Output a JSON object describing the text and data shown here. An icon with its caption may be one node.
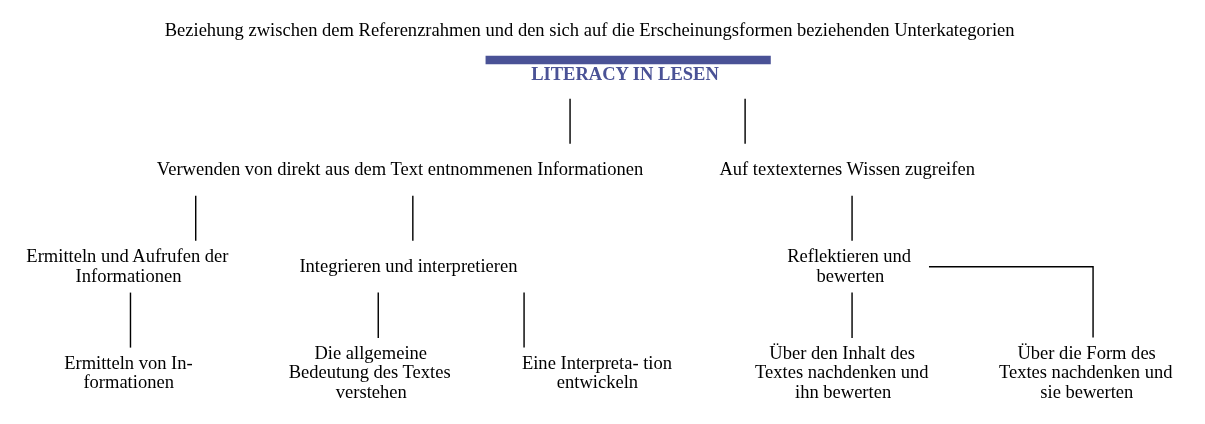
{
  "diagram": {
    "title": "Beziehung zwischen dem Referenzrahmen und den sich auf die Erscheinungsformen beziehenden Unterkategorien",
    "nodes": [
      {
        "text": [
          "LITERACY IN LESEN"
        ]
      },
      {
        "text": [
          "Verwenden von direkt aus dem Text entnommenen Informationen"
        ]
      },
      {
        "text": [
          "Auf textexternes Wissen zugreifen"
        ]
      },
      {
        "text": [
          "Ermitteln und Aufrufen der Informationen"
        ]
      },
      {
        "text": [
          "Integrieren und interpretieren"
        ]
      },
      {
        "text": [
          "Reflektieren und bewerten"
        ]
      },
      {
        "text": [
          "Ermitteln von In- formationen"
        ]
      },
      {
        "text": [
          "Die allgemeine Bedeutung des Textes verstehen"
        ]
      },
      {
        "text": [
          "Eine Interpreta- tion entwickeln"
        ]
      },
      {
        "text": [
          "Über den Inhalt des Textes nachdenken und ihn bewerten"
        ]
      },
      {
        "text": [
          "Über die Form des Textes nachdenken und sie bewerten"
        ]
      }
    ],
    "edges": [
      {
        "from": 0,
        "to": 1,
        "arrow": "none"
      },
      {
        "from": 0,
        "to": 2,
        "arrow": "none"
      },
      {
        "from": 1,
        "to": 3,
        "arrow": "none"
      },
      {
        "from": 1,
        "to": 4,
        "arrow": "none"
      },
      {
        "from": 2,
        "to": 5,
        "arrow": "none"
      },
      {
        "from": 3,
        "to": 6,
        "arrow": "none"
      },
      {
        "from": 4,
        "to": 7,
        "arrow": "none"
      },
      {
        "from": 4,
        "to": 8,
        "arrow": "none"
      },
      {
        "from": 5,
        "to": 9,
        "arrow": "none"
      },
      {
        "from": 5,
        "to": 10,
        "arrow": "none"
      }
    ]
  }
}
